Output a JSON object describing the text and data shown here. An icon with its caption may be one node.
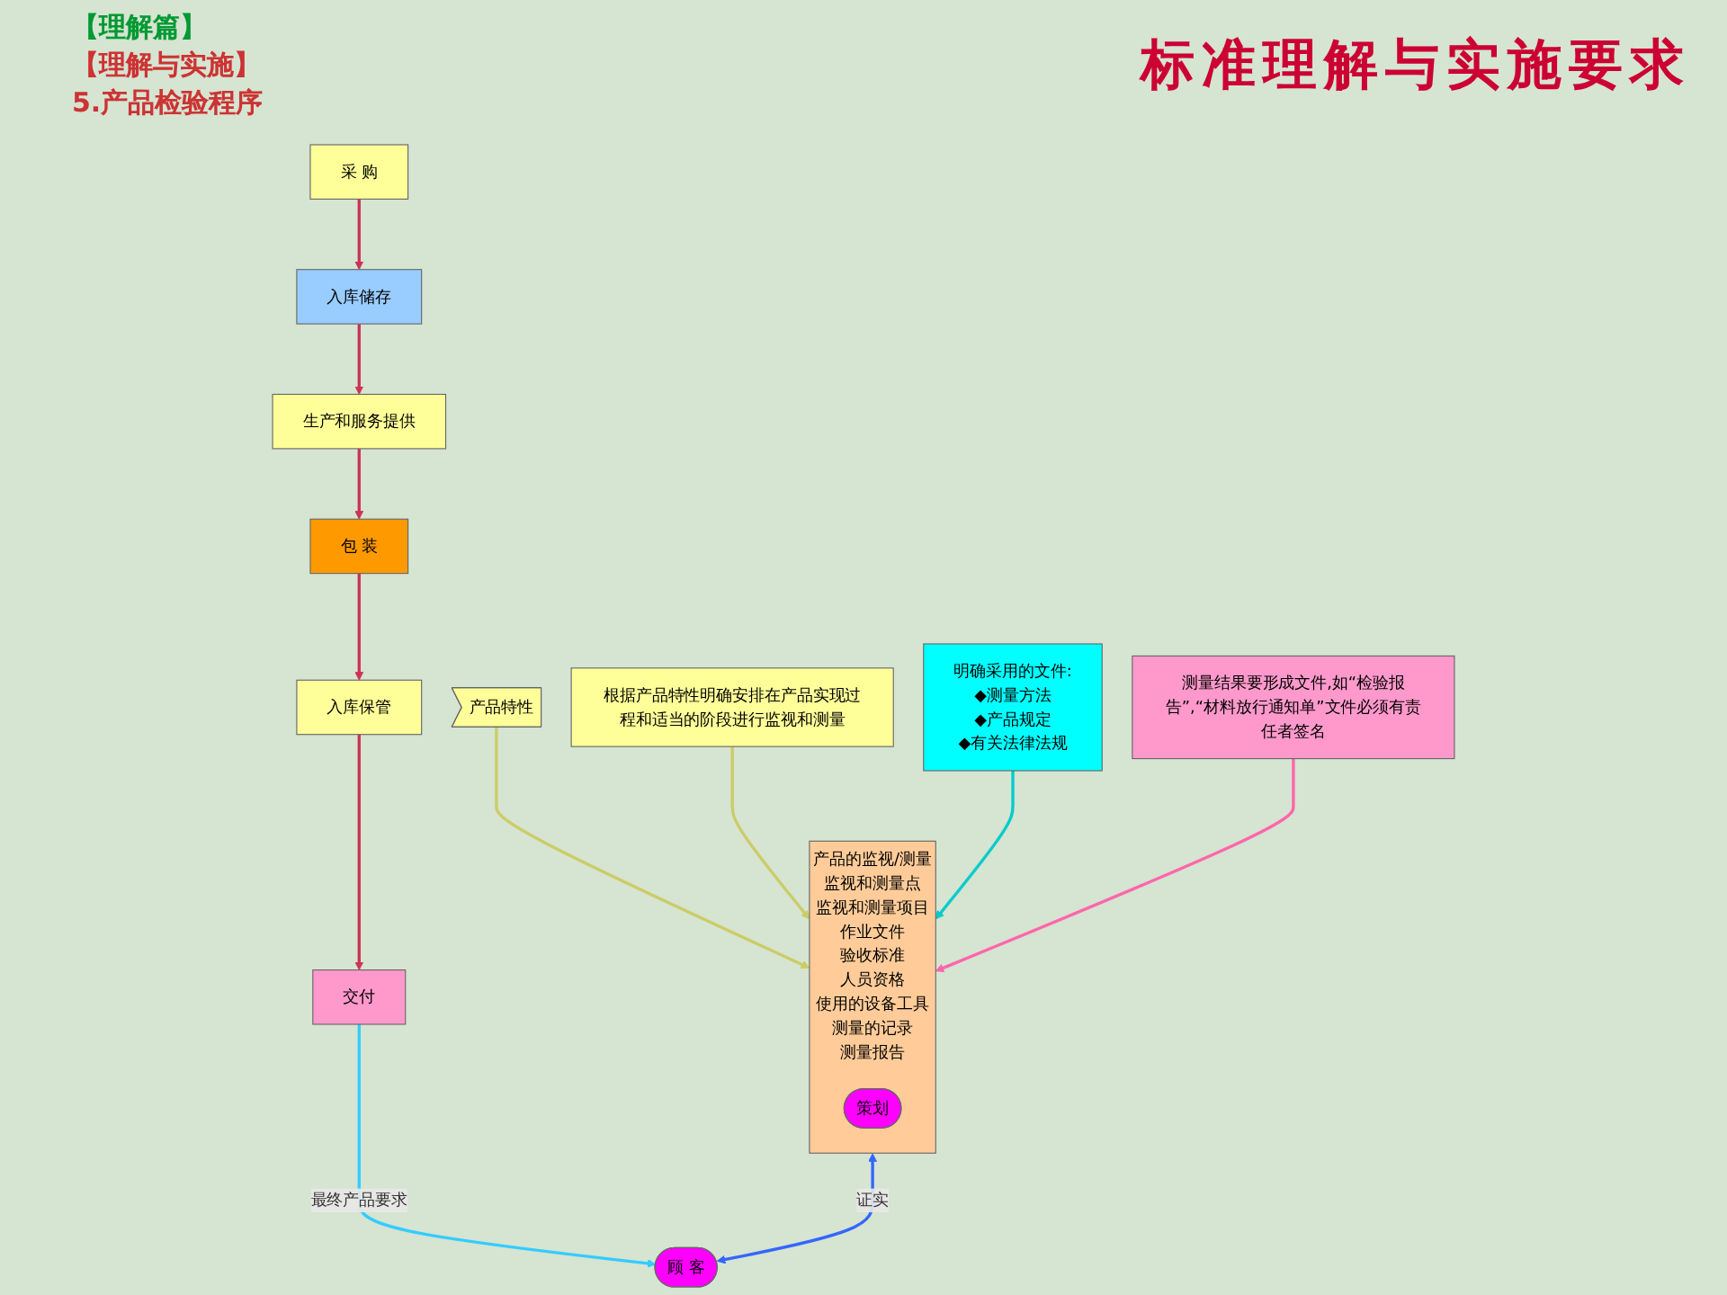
{
  "diagram": {
    "title": "标准理解与实施要求",
    "nodes": [
      {
        "text": [
          "采 购"
        ]
      },
      {
        "text": [
          "入库储存"
        ]
      },
      {
        "text": [
          "生产和服务提供"
        ]
      },
      {
        "text": [
          "包 装"
        ]
      },
      {
        "text": [
          "入库保管"
        ]
      },
      {
        "text": [
          "交付"
        ]
      },
      {
        "text": [
          "产品特性"
        ]
      },
      {
        "text": [
          "产品的监视/测量",
          "监视和测量点",
          "监视和测量项目",
          "作业文件",
          "验收标准",
          "人员资格",
          "使用的设备工具",
          "测量的记录",
          "测量报告"
        ]
      },
      {
        "text": [
          "策划"
        ],
        "in": 7
      },
      {
        "text": [
          "根据产品特性明确安排在产品实现过程和适当的阶段进行监视和测量"
        ]
      },
      {
        "text": [
          "明确采用的文件:",
          "◆测量方法",
          "◆产品规定",
          "◆有关法律法规"
        ]
      },
      {
        "text": [
          "测量结果要形成文件,如“检验报告”,“材料放行通知单”文件必须有责任者签名"
        ]
      },
      {
        "text": [
          "顾 客"
        ]
      }
    ],
    "edges": [
      {
        "from": 0,
        "to": 1,
        "arrow": "to"
      },
      {
        "from": 1,
        "to": 2,
        "arrow": "to"
      },
      {
        "from": 2,
        "to": 3,
        "arrow": "to"
      },
      {
        "from": 3,
        "to": 4,
        "arrow": "to"
      },
      {
        "from": 4,
        "to": 5,
        "arrow": "to"
      },
      {
        "from": 5,
        "to": 12,
        "arrow": "to",
        "label": "最终产品要求",
        "color": "#33ccff"
      },
      {
        "from": 6,
        "to": 7,
        "arrow": "to",
        "color": "#cccc66"
      },
      {
        "from": 9,
        "to": 7,
        "arrow": "to",
        "color": "#cccc66"
      },
      {
        "from": 10,
        "to": 7,
        "arrow": "to",
        "color": "#00cccc"
      },
      {
        "from": 11,
        "to": 7,
        "arrow": "to",
        "color": "#ff66aa"
      },
      {
        "from": 7,
        "to": 12,
        "arrow": "both",
        "label": "证实",
        "color": "#3366ff"
      }
    ],
    "labels": [
      "【理解篇】",
      "【理解与实施】",
      "5.产品检验程序"
    ]
  }
}
